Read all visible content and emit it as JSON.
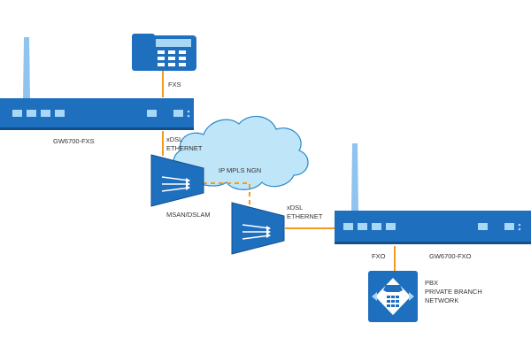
{
  "colors": {
    "device_blue": "#1f6fbf",
    "device_dark": "#134f8c",
    "antenna": "#8fc4f0",
    "port_light": "#a8d8f5",
    "cloud_fill": "#bfe6f8",
    "cloud_stroke": "#2c86cc",
    "link_orange": "#f39a1e",
    "text": "#333333"
  },
  "icons": {
    "phone": "desk-phone-icon",
    "pbx": "pbx-phone-icon",
    "msan": "msan-dslam-icon",
    "cloud": "cloud-icon",
    "antenna": "antenna-icon"
  },
  "labels": {
    "fxs": "FXS",
    "gw_fxs": "GW6700-FXS",
    "xdsl_top_1": "xDSL",
    "xdsl_top_2": "ETHERNET",
    "cloud": "IP MPLS NGN",
    "msan": "MSAN/DSLAM",
    "xdsl_right_1": "xDSL",
    "xdsl_right_2": "ETHERNET",
    "fxo": "FXO",
    "gw_fxo": "GW6700-FXO",
    "pbx_1": "PBX",
    "pbx_2": "PRIVATE BRANCH",
    "pbx_3": "NETWORK"
  }
}
